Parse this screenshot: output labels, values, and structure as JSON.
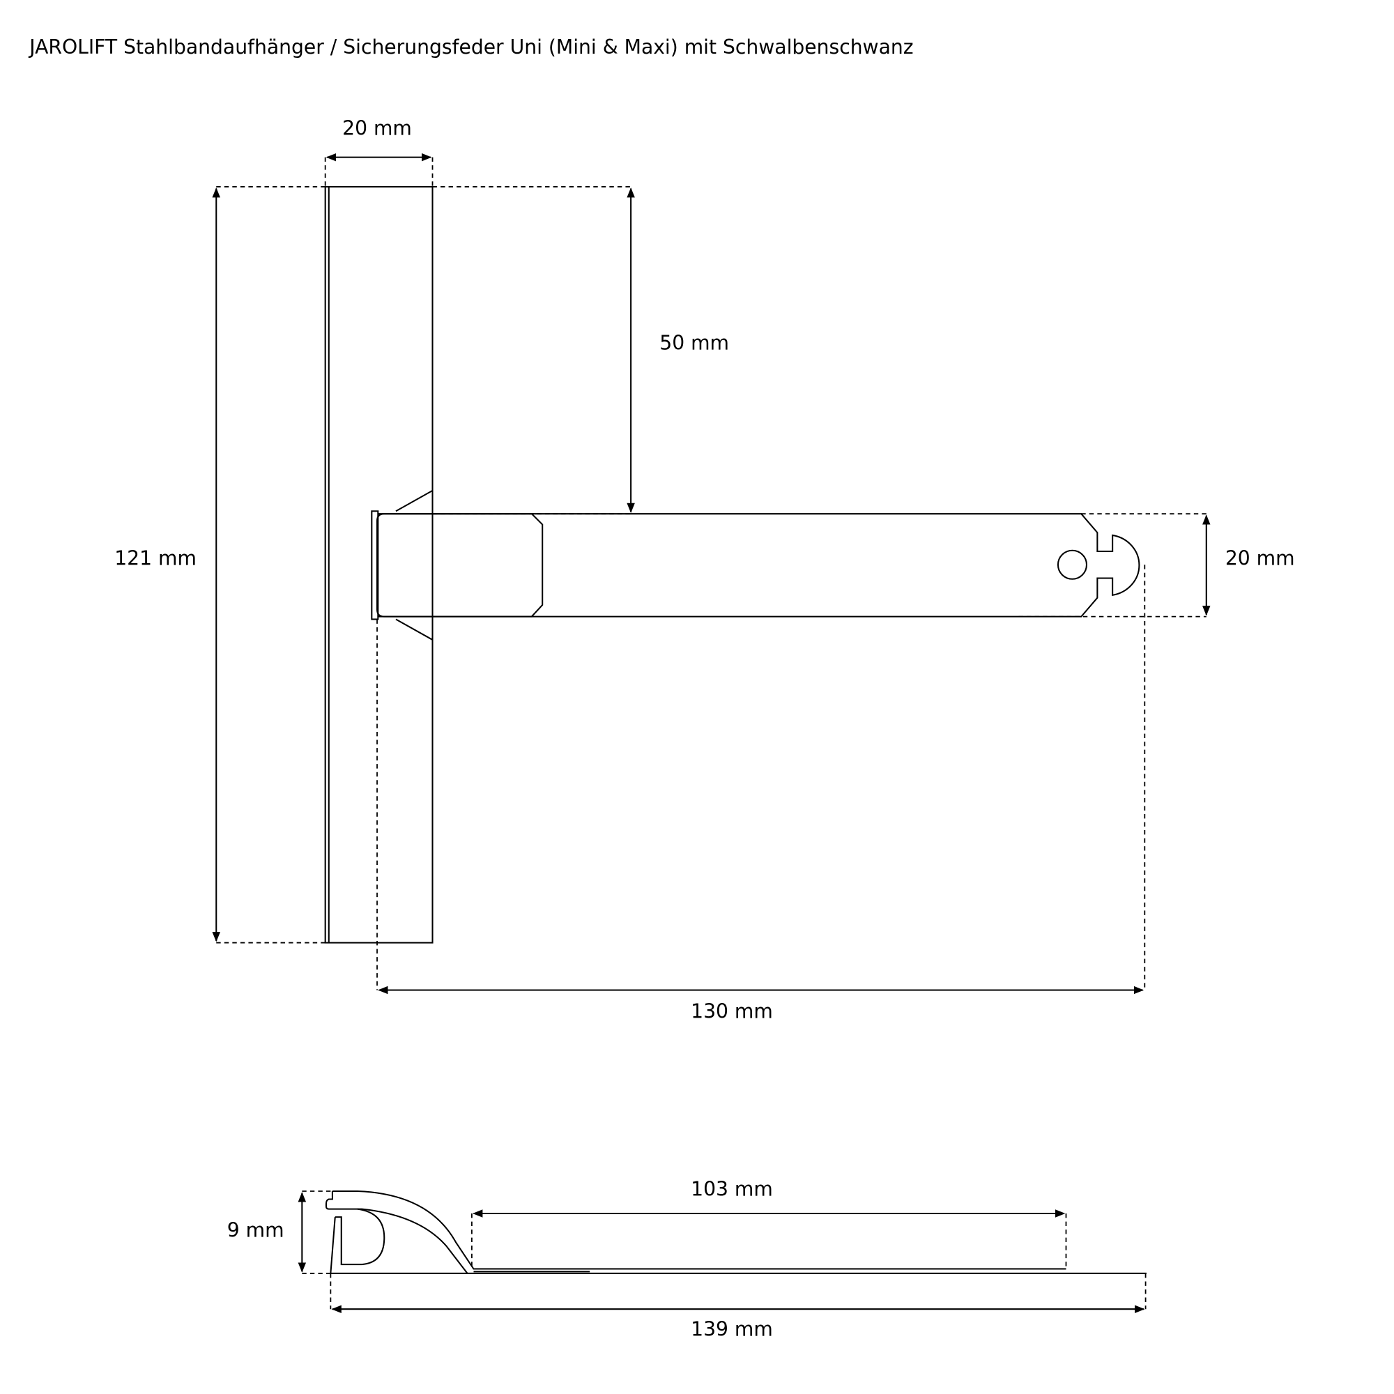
{
  "title": "JAROLIFT Stahlbandaufhänger / Sicherungsfeder Uni (Mini & Maxi) mit Schwalbenschwanz",
  "dimensions": {
    "top_width": "20 mm",
    "total_height": "121 mm",
    "offset_top": "50 mm",
    "strap_width": "20 mm",
    "strap_length": "130 mm",
    "profile_height": "9 mm",
    "flat_length": "103 mm",
    "total_length": "139 mm"
  },
  "colors": {
    "line": "#000000",
    "background": "#ffffff"
  }
}
